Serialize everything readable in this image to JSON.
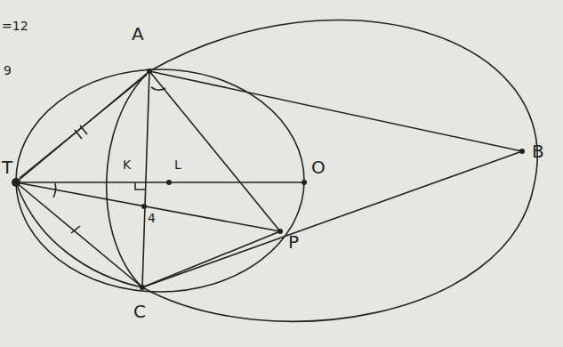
{
  "diagram": {
    "labels": [
      "=12",
      "9",
      "A",
      "T",
      "K",
      "L",
      "O",
      "B",
      "P",
      "C",
      "4"
    ]
  }
}
